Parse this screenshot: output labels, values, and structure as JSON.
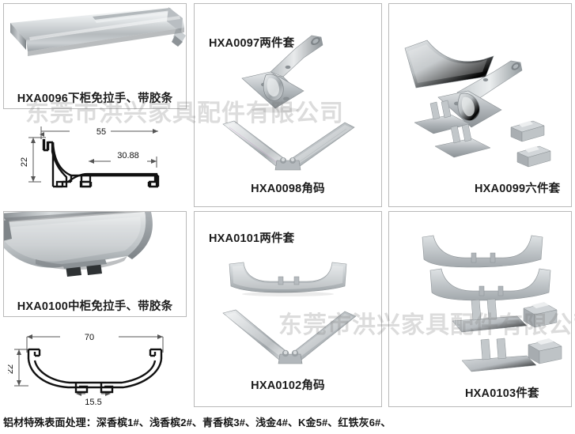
{
  "sheet": {
    "watermark_text": "东莞市洪兴家具配件有限公司",
    "footer_note": "铝材特殊表面处理：深香槟1#、浅香槟2#、青香槟3#、浅金4#、K金5#、红铁灰6#、"
  },
  "panels": {
    "top_left": {
      "photo_label": "HXA0096下柜免拉手、带胶条",
      "drawing": {
        "width_dim": "55",
        "height_dim": "22",
        "inner_dim": "30.88"
      }
    },
    "top_middle": {
      "label_upper": "HXA0097两件套",
      "label_lower": "HXA0098角码"
    },
    "top_right": {
      "label": "HXA0099六件套"
    },
    "bottom_left": {
      "photo_label": "HXA0100中柜免拉手、带胶条",
      "drawing": {
        "width_dim": "70",
        "height_dim": "22",
        "inner_dim": "15.5"
      }
    },
    "bottom_middle": {
      "label_upper": "HXA0101两件套",
      "label_lower": "HXA0102角码"
    },
    "bottom_right": {
      "label": "HXA0103件套"
    }
  },
  "colors": {
    "panel_border": "#b9b9b9",
    "text": "#1c1c1c",
    "watermark": "rgba(120,120,120,0.26)",
    "background": "#ffffff",
    "metal_light": "#e4e7ea",
    "metal_mid": "#b6bbc0",
    "metal_dark": "#8d9499",
    "drawing_stroke": "#111111"
  }
}
